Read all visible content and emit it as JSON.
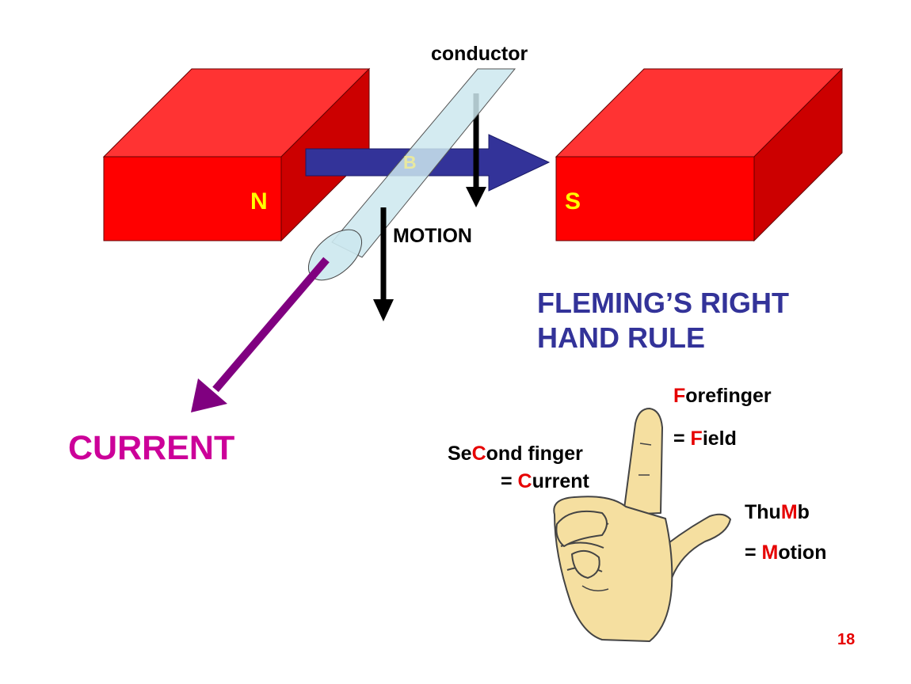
{
  "colors": {
    "magnet_front": "#ff0000",
    "magnet_top": "#ff3333",
    "magnet_side": "#cc0000",
    "pole_text": "#ffff00",
    "field_arrow": "#333399",
    "conductor": "#cce8ee",
    "current_arrow": "#800080",
    "current_text": "#cc0099",
    "title_text": "#333399",
    "letter_highlight": "#e60000",
    "page_number": "#e60000",
    "skin": "#f5dfa0"
  },
  "labels": {
    "conductor": "conductor",
    "field": "B",
    "north_pole": "N",
    "south_pole": "S",
    "motion": "MOTION",
    "current": "CURRENT"
  },
  "title": {
    "line1": "FLEMING’S RIGHT",
    "line2": "HAND RULE"
  },
  "hand_labels": {
    "forefinger": {
      "highlight": "F",
      "rest": "orefinger"
    },
    "field": {
      "prefix": "= ",
      "highlight": "F",
      "rest": "ield"
    },
    "second_finger": {
      "before": "Se",
      "highlight": "C",
      "rest": "ond finger"
    },
    "current": {
      "prefix": "= ",
      "highlight": "C",
      "rest": "urrent"
    },
    "thumb": {
      "before": "Thu",
      "highlight": "M",
      "rest": "b"
    },
    "motion": {
      "prefix": "= ",
      "highlight": "M",
      "rest": "otion"
    }
  },
  "page_number": "18"
}
